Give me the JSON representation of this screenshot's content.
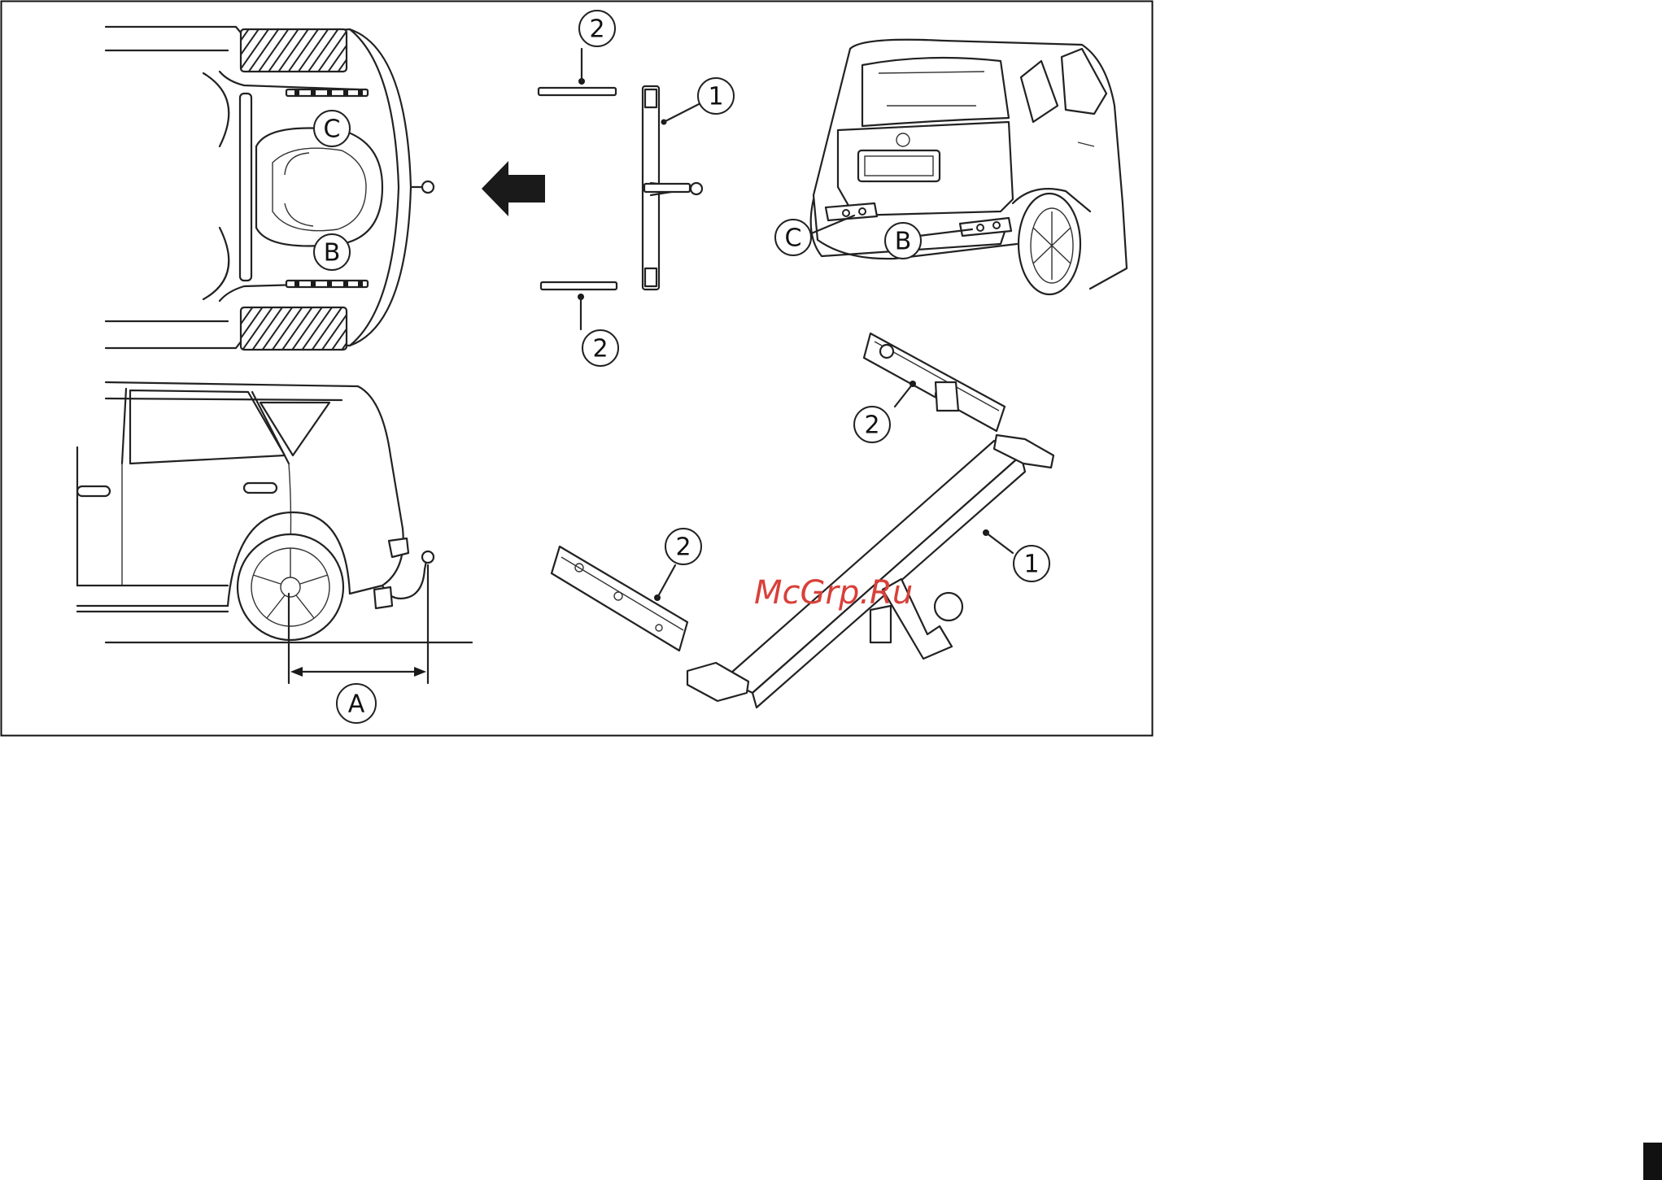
{
  "diagram": {
    "callouts": {
      "part_1": "1",
      "part_2": "2",
      "point_a": "A",
      "point_b": "B",
      "point_c": "C"
    },
    "watermark": "McGrp.Ru"
  },
  "colors": {
    "line": "#222222",
    "watermark": "#d9403a",
    "background": "#ffffff"
  }
}
